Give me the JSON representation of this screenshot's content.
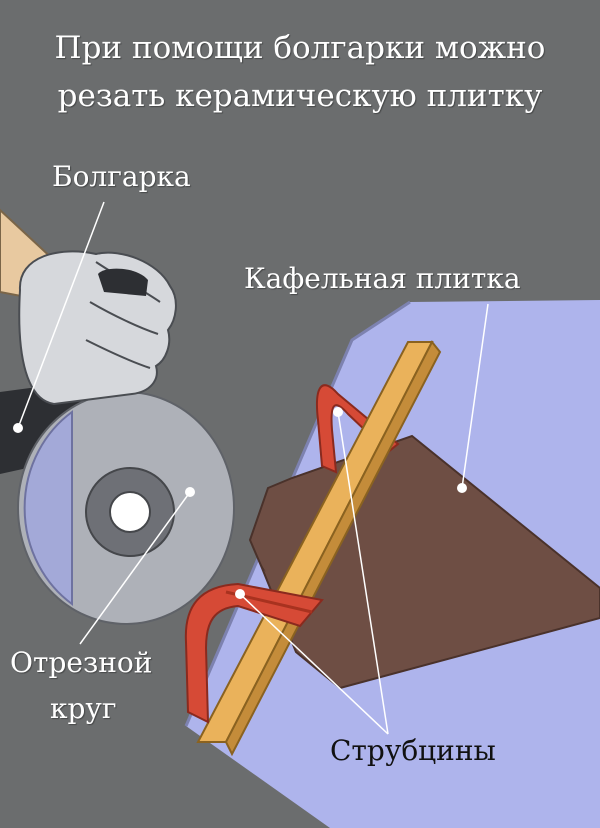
{
  "title": {
    "line1": "При помощи болгарки можно",
    "line2": "резать керамическую плитку"
  },
  "labels": {
    "grinder": "Болгарка",
    "tile": "Кафельная плитка",
    "disc_line1": "Отрезной",
    "disc_line2": "круг",
    "clamps": "Струбцины"
  },
  "colors": {
    "background": "#6b6d6e",
    "table": "#aeb4ec",
    "tile": "#6e4e44",
    "ruler": "#eab25b",
    "clamp": "#d64a36",
    "disc": "#aeb1b8",
    "glove": "#d6d8dc"
  }
}
